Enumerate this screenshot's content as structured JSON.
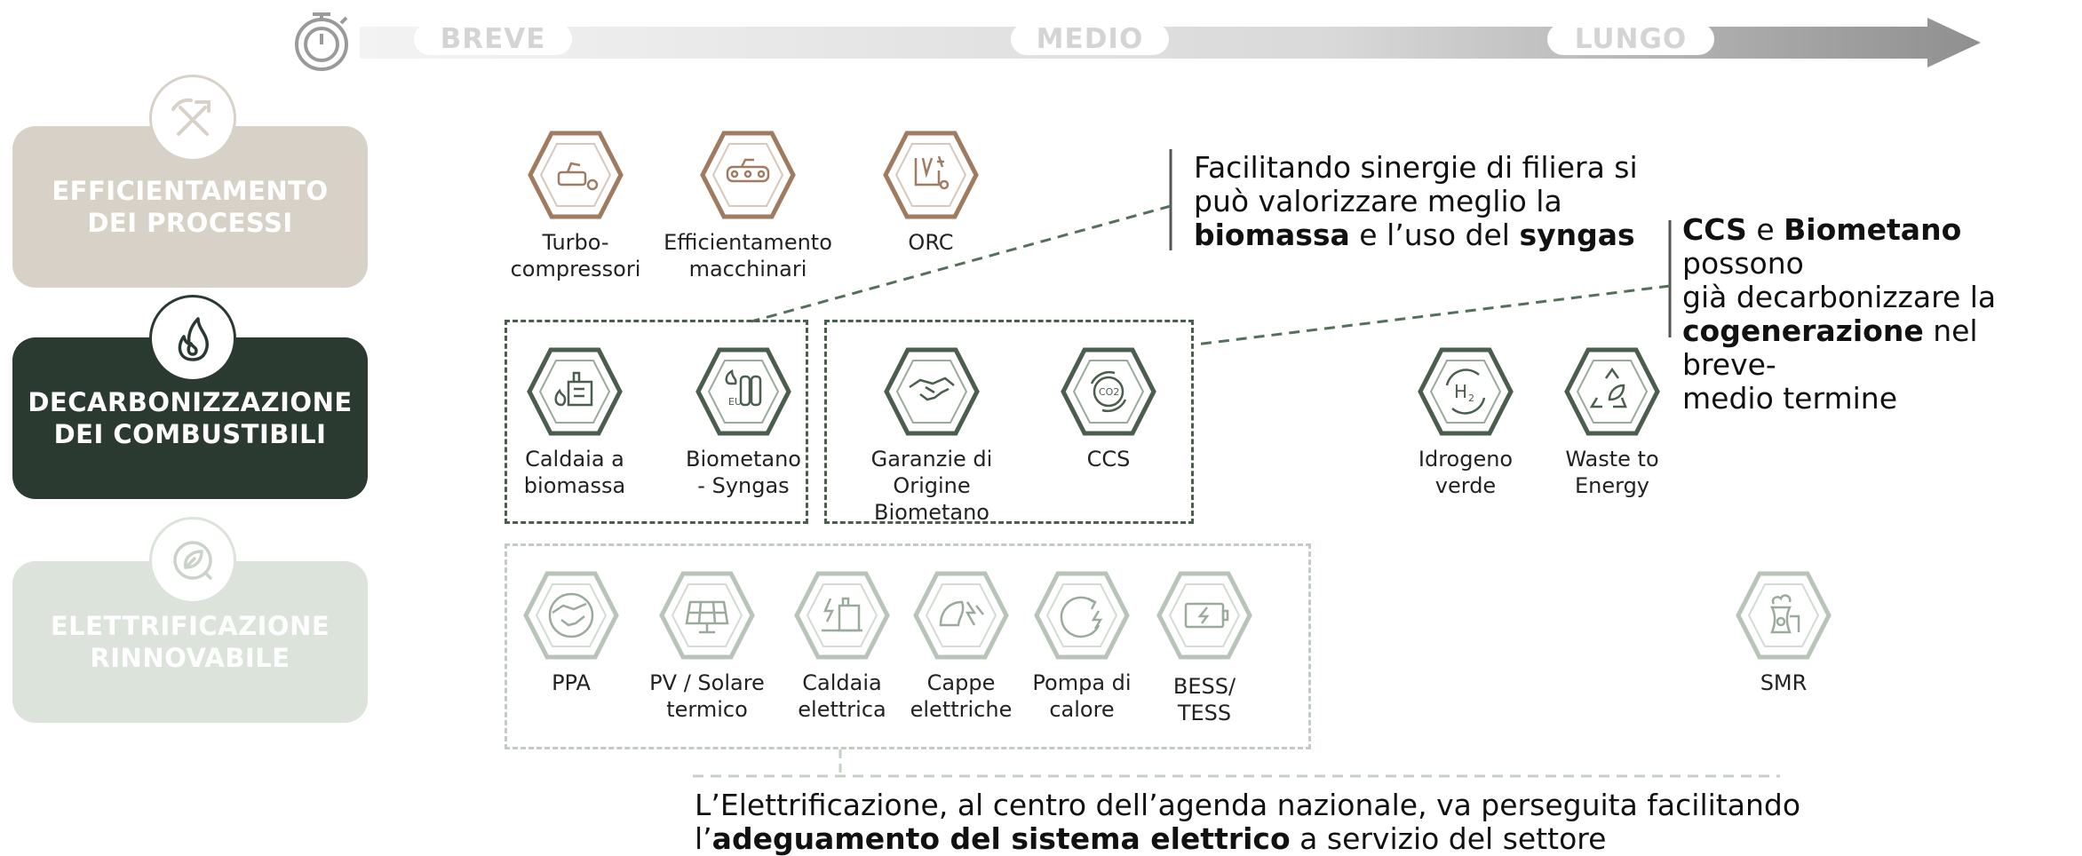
{
  "timeline": {
    "breve": "BREVE",
    "medio": "MEDIO",
    "lungo": "LUNGO"
  },
  "categories": [
    {
      "line1": "EFFICIENTAMENTO",
      "line2": "DEI PROCESSI"
    },
    {
      "line1": "DECARBONIZZAZIONE",
      "line2": "DEI COMBUSTIBILI"
    },
    {
      "line1": "ELETTRIFICAZIONE",
      "line2": "RINNOVABILE"
    }
  ],
  "items": {
    "turbo": {
      "l1": "Turbo-",
      "l2": "compressori"
    },
    "macchinari": {
      "l1": "Efficientamento",
      "l2": "macchinari"
    },
    "orc": {
      "l1": "ORC"
    },
    "caldaia_biomassa": {
      "l1": "Caldaia a",
      "l2": "biomassa"
    },
    "biometano": {
      "l1": "Biometano",
      "l2": "- Syngas"
    },
    "garanzie": {
      "l1": "Garanzie di",
      "l2": "Origine Biometano"
    },
    "ccs": {
      "l1": "CCS"
    },
    "idrogeno": {
      "l1": "Idrogeno",
      "l2": "verde"
    },
    "waste": {
      "l1": "Waste to",
      "l2": "Energy"
    },
    "ppa": {
      "l1": "PPA"
    },
    "pv": {
      "l1": "PV / Solare",
      "l2": "termico"
    },
    "caldaia_elettrica": {
      "l1": "Caldaia",
      "l2": "elettrica"
    },
    "cappe": {
      "l1": "Cappe",
      "l2": "elettriche"
    },
    "pompa": {
      "l1": "Pompa di",
      "l2": "calore"
    },
    "bess": {
      "l1": "BESS/",
      "l2": "TESS"
    },
    "smr": {
      "l1": "SMR"
    }
  },
  "callouts": {
    "filiera": {
      "t1": "Facilitando sinergie di filiera si",
      "t2": "può valorizzare meglio la",
      "b1": "biomassa",
      "t3": " e l’uso del ",
      "b2": "syngas"
    },
    "ccs": {
      "b1": "CCS",
      "t1": " e ",
      "b2": "Biometano",
      "t2": " possono",
      "t3": "già decarbonizzare la",
      "b3": "cogenerazione",
      "t4": " nel breve-",
      "t5": "medio termine"
    },
    "elettrificazione": {
      "t1": "L’Elettrificazione, al centro dell’agenda nazionale, va perseguita facilitando",
      "t2": "l’",
      "b1": "adeguamento del sistema elettrico",
      "t3": " a servizio del settore"
    }
  },
  "colors": {
    "efficientamento": "#d8d1c7",
    "decarbonizzazione": "#2a3a30",
    "elettrificazione": "#dbe3db",
    "brown": "#a07b62",
    "darkgreen": "#4a5e4e",
    "lightgreen": "#9aab9c"
  }
}
